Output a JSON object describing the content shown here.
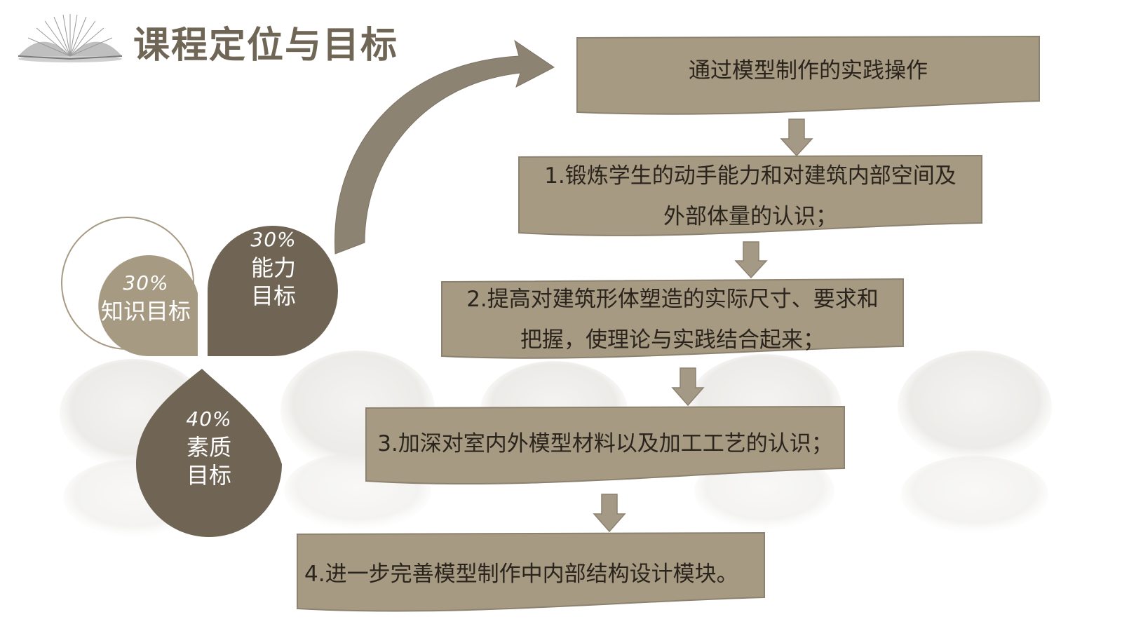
{
  "title": "课程定位与目标",
  "icon": "open-book-icon",
  "colors": {
    "box_fill": "#a69a83",
    "box_stroke": "#8d8270",
    "arrow": "#a39985",
    "petal_dark": "#706555",
    "petal_light": "#a69a82",
    "title": "#706656"
  },
  "goals": {
    "knowledge": {
      "percent": "30%",
      "label": "知识目标"
    },
    "ability": {
      "percent": "30%",
      "line1": "能力",
      "line2": "目标"
    },
    "quality": {
      "percent": "40%",
      "line1": "素质",
      "line2": "目标"
    }
  },
  "steps": {
    "intro": "通过模型制作的实践操作",
    "step1": {
      "line1": "1.锻炼学生的动手能力和对建筑内部空间及",
      "line2": "外部体量的认识；"
    },
    "step2": {
      "line1": "2.提高对建筑形体塑造的实际尺寸、要求和",
      "line2": "把握，使理论与实践结合起来；"
    },
    "step3": "3.加深对室内外模型材料以及加工工艺的认识；",
    "step4": "4.进一步完善模型制作中内部结构设计模块。"
  }
}
